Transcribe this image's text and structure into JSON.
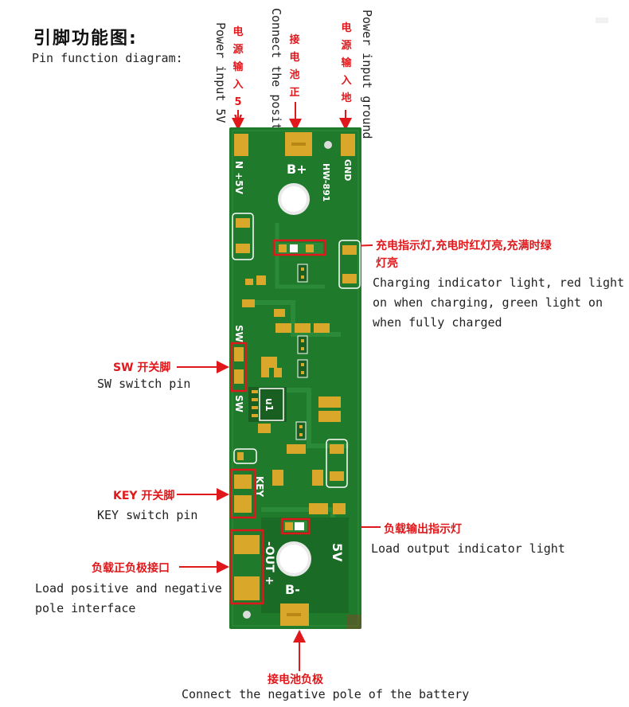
{
  "header": {
    "title_cn": "引脚功能图:",
    "title_en": "Pin function diagram:"
  },
  "top_pins": {
    "power5v": {
      "en": "Power input 5V",
      "cn": "电源输入5V"
    },
    "battery_pos": {
      "en": "Connect the positive pole of the battery",
      "cn": "接电池正"
    },
    "gnd": {
      "en": "Power input ground",
      "cn": "电源输入地"
    }
  },
  "callouts": {
    "charging": {
      "cn_line1": "充电指示灯,充电时红灯亮,充满时绿",
      "cn_line2": "灯亮",
      "en_lines": [
        "Charging indicator light, red light",
        "on when charging, green light on",
        "when fully charged"
      ]
    },
    "sw": {
      "cn": "SW 开关脚",
      "en": "SW switch pin"
    },
    "key": {
      "cn": "KEY 开关脚",
      "en": "KEY switch pin"
    },
    "load_output": {
      "cn": "负载输出指示灯",
      "en": "Load output indicator light"
    },
    "load_interface": {
      "cn": "负载正负极接口",
      "en_lines": [
        "Load positive and negative",
        "pole interface"
      ]
    },
    "battery_neg": {
      "cn": "接电池负极",
      "en": "Connect the negative pole of the battery"
    }
  },
  "board": {
    "model": "HW-891",
    "label_5v_in": "N +5V",
    "label_bplus": "B+",
    "label_gnd": "GND",
    "label_sw": "SW",
    "label_key": "KEY",
    "label_out": "-OUT +",
    "label_bminus": "B-",
    "label_5v_out": "5V",
    "chip_label": "u1"
  },
  "colors": {
    "pcb_green": "#1f7a2c",
    "pad_gold": "#d9a72a",
    "callout_red": "#e0181b",
    "silk_white": "#ffffff"
  }
}
